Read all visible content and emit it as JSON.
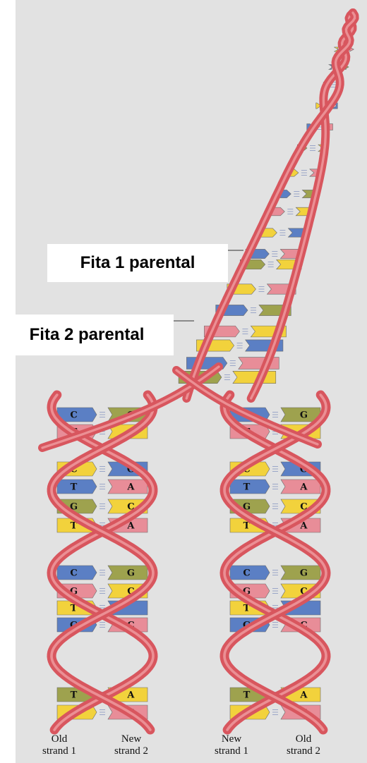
{
  "callouts": {
    "parental_strand_1": "Fita 1 parental",
    "parental_strand_2": "Fita 2 parental"
  },
  "bottom_labels": [
    {
      "line1": "Old",
      "line2": "strand 1"
    },
    {
      "line1": "New",
      "line2": "strand 2"
    },
    {
      "line1": "New",
      "line2": "strand 1"
    },
    {
      "line1": "Old",
      "line2": "strand 2"
    }
  ],
  "left_helix_bases": [
    {
      "left": "C",
      "right": "G"
    },
    {
      "left": "T",
      "right": ""
    },
    {
      "left": "C",
      "right": "G"
    },
    {
      "left": "T",
      "right": "A"
    },
    {
      "left": "G",
      "right": "C"
    },
    {
      "left": "T",
      "right": "A"
    },
    {
      "left": "C",
      "right": "G"
    },
    {
      "left": "G",
      "right": "C"
    },
    {
      "left": "T",
      "right": ""
    },
    {
      "left": "G",
      "right": "C"
    },
    {
      "left": "T",
      "right": "A"
    },
    {
      "left": "C",
      "right": "G"
    }
  ],
  "right_helix_bases": [
    {
      "left": "C",
      "right": "G"
    },
    {
      "left": "T",
      "right": ""
    },
    {
      "left": "C",
      "right": "G"
    },
    {
      "left": "T",
      "right": "A"
    },
    {
      "left": "G",
      "right": "C"
    },
    {
      "left": "T",
      "right": "A"
    },
    {
      "left": "C",
      "right": "G"
    },
    {
      "left": "G",
      "right": "C"
    },
    {
      "left": "T",
      "right": ""
    },
    {
      "left": "G",
      "right": "C"
    },
    {
      "left": "T",
      "right": "A"
    },
    {
      "left": "C",
      "right": "G"
    }
  ],
  "colors": {
    "background": "#e2e2e2",
    "backbone": "#d8565e",
    "backbone_highlight": "#f2a3a7",
    "base_yellow": "#f2d23c",
    "base_blue": "#5b7fc4",
    "base_pink": "#e88d98",
    "base_olive": "#9ea24e",
    "hydrogen_bond": "#9aa6c8"
  }
}
